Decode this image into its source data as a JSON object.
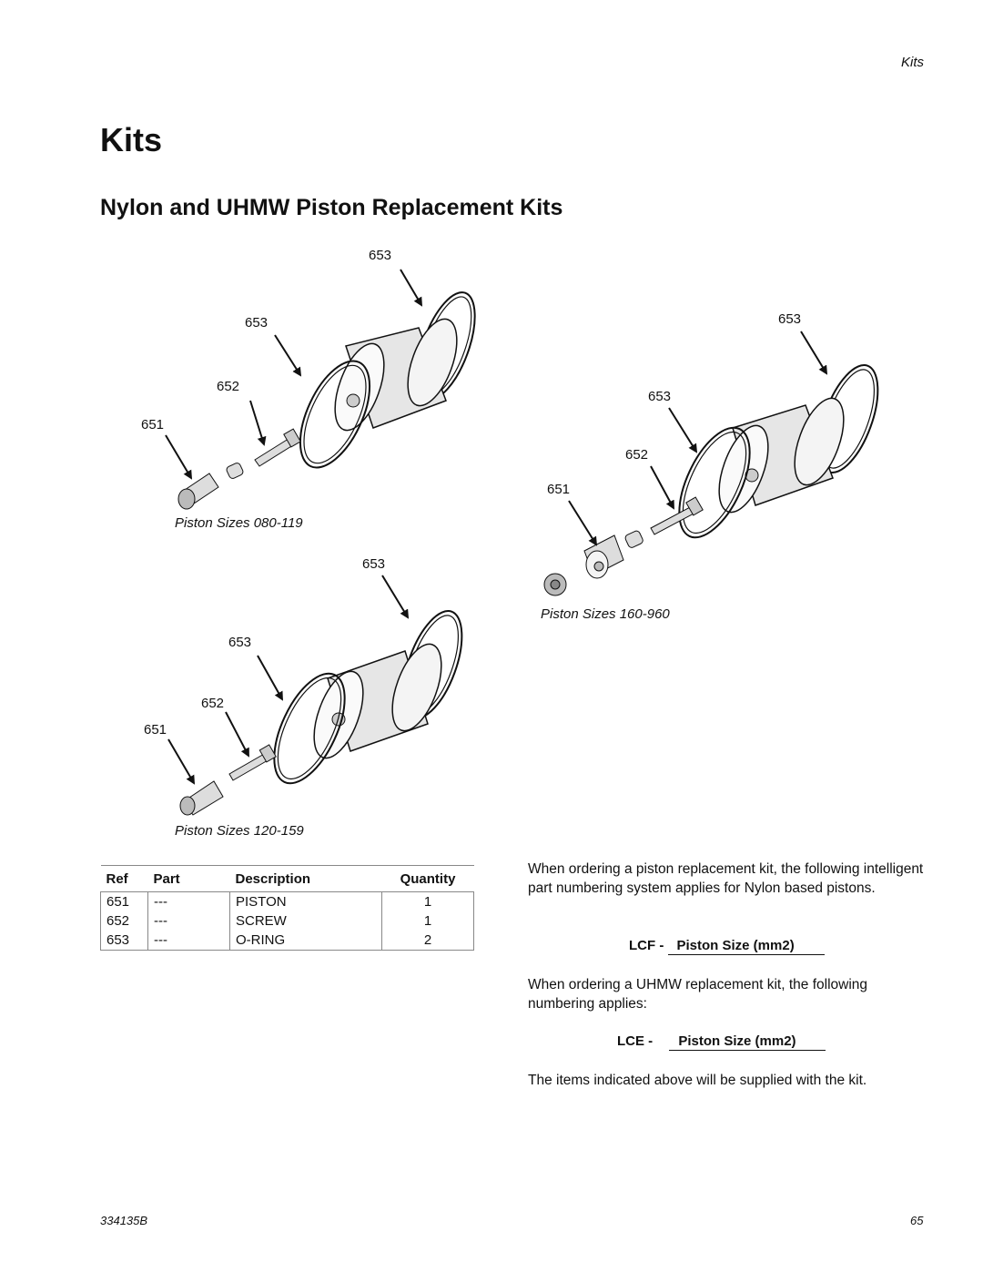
{
  "header": {
    "running_title": "Kits"
  },
  "title": "Kits",
  "section_title": "Nylon and UHMW Piston Replacement Kits",
  "figures": {
    "fig1": {
      "caption": "Piston Sizes 080-119",
      "callouts": [
        "653",
        "653",
        "652",
        "651"
      ]
    },
    "fig2": {
      "caption": "Piston Sizes 120-159",
      "callouts": [
        "653",
        "653",
        "652",
        "651"
      ]
    },
    "fig3": {
      "caption": "Piston Sizes 160-960",
      "callouts": [
        "653",
        "653",
        "652",
        "651"
      ]
    }
  },
  "parts_table": {
    "headers": [
      "Ref",
      "Part",
      "Description",
      "Quantity"
    ],
    "rows": [
      [
        "651",
        "---",
        "PISTON",
        "1"
      ],
      [
        "652",
        "---",
        "SCREW",
        "1"
      ],
      [
        "653",
        "---",
        "O-RING",
        "2"
      ]
    ]
  },
  "text": {
    "nylon_para": "When ordering a piston replacement kit, the following intelligent part numbering system applies for Nylon based pistons.",
    "lcf_prefix": "LCF -",
    "lcf_field": "Piston Size (mm2)",
    "uhmw_para": "When ordering a UHMW replacement kit, the following numbering applies:",
    "lce_prefix": "LCE -",
    "lce_field": "Piston Size (mm2)",
    "supplied_note": "The items indicated above will be supplied with the kit."
  },
  "footer": {
    "doc_number": "334135B",
    "page_number": "65"
  }
}
